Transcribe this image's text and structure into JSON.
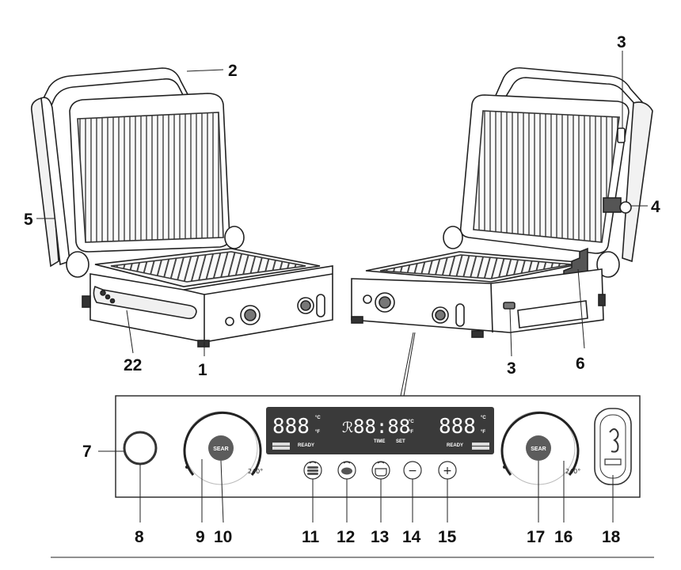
{
  "callouts": {
    "c1": "1",
    "c2": "2",
    "c3a": "3",
    "c3b": "3",
    "c4": "4",
    "c5": "5",
    "c6": "6",
    "c7": "7",
    "c8": "8",
    "c9": "9",
    "c10": "10",
    "c11": "11",
    "c12": "12",
    "c13": "13",
    "c14": "14",
    "c15": "15",
    "c16": "16",
    "c17": "17",
    "c18": "18",
    "c22": "22"
  },
  "panel": {
    "display_left": {
      "digits": "888",
      "unit_c": "°C",
      "unit_f": "°F",
      "status": "READY"
    },
    "display_center": {
      "digits": "88:88",
      "unit_c": "°C",
      "unit_f": "°F",
      "time": "TIME",
      "set": "SET"
    },
    "display_right": {
      "digits": "888",
      "unit_c": "°C",
      "unit_f": "°F",
      "status": "READY"
    },
    "sear_left": "SEAR",
    "sear_right": "SEAR",
    "temp_left": "240°",
    "temp_right": "240°",
    "minus": "−",
    "plus": "+"
  },
  "icons": {
    "power": "power-button",
    "burger": "burger-icon",
    "steak": "steak-icon",
    "pot": "pot-icon",
    "probe": "probe-icon",
    "display_bg": "#3a3a3a"
  }
}
